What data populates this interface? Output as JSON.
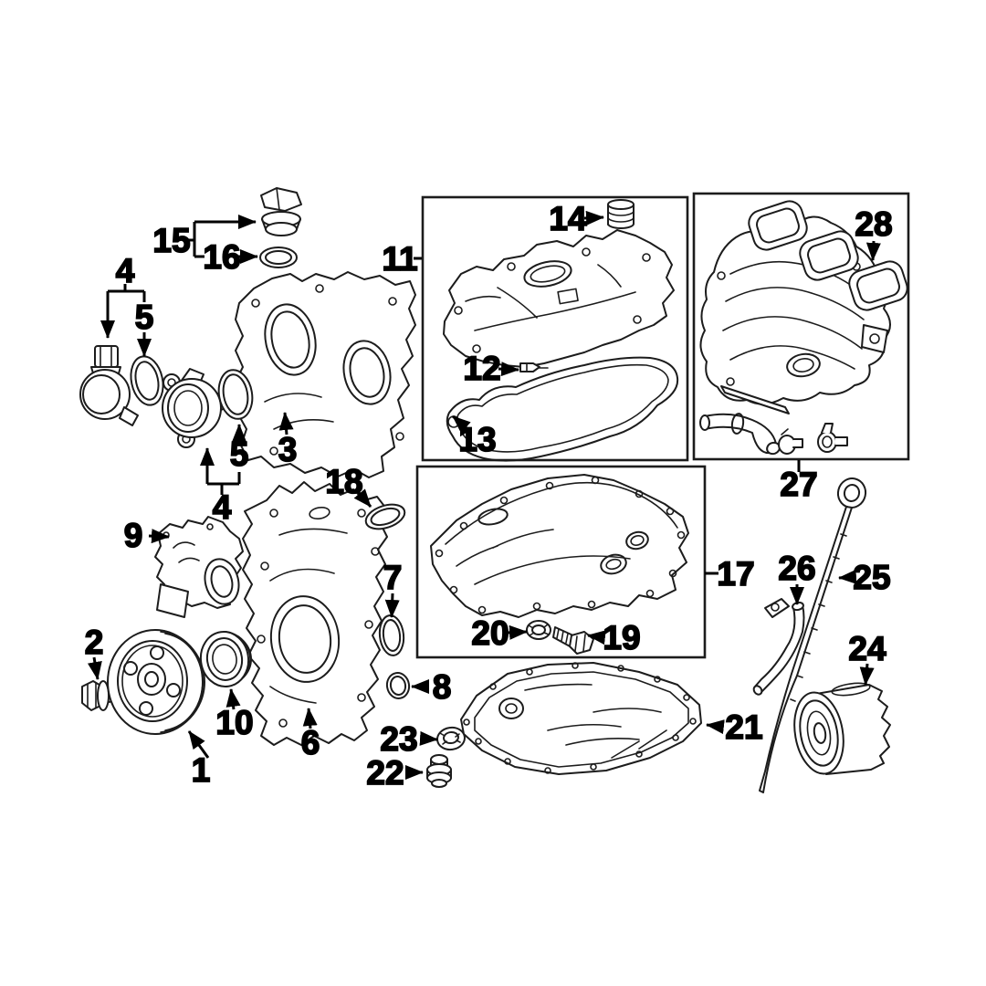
{
  "figure": {
    "kind": "exploded-parts-line-diagram",
    "colors": {
      "background": "#ffffff",
      "ink": "#1c1c1c",
      "label": "#000000"
    },
    "callouts": {
      "n1": "1",
      "n2": "2",
      "n3": "3",
      "n4a": "4",
      "n4b": "4",
      "n5a": "5",
      "n5b": "5",
      "n6": "6",
      "n7": "7",
      "n8": "8",
      "n9": "9",
      "n10": "10",
      "n11": "11",
      "n12": "12",
      "n13": "13",
      "n14": "14",
      "n15": "15",
      "n16": "16",
      "n17": "17",
      "n18": "18",
      "n19": "19",
      "n20": "20",
      "n21": "21",
      "n22": "22",
      "n23": "23",
      "n24": "24",
      "n25": "25",
      "n26": "26",
      "n27": "27",
      "n28": "28"
    }
  }
}
